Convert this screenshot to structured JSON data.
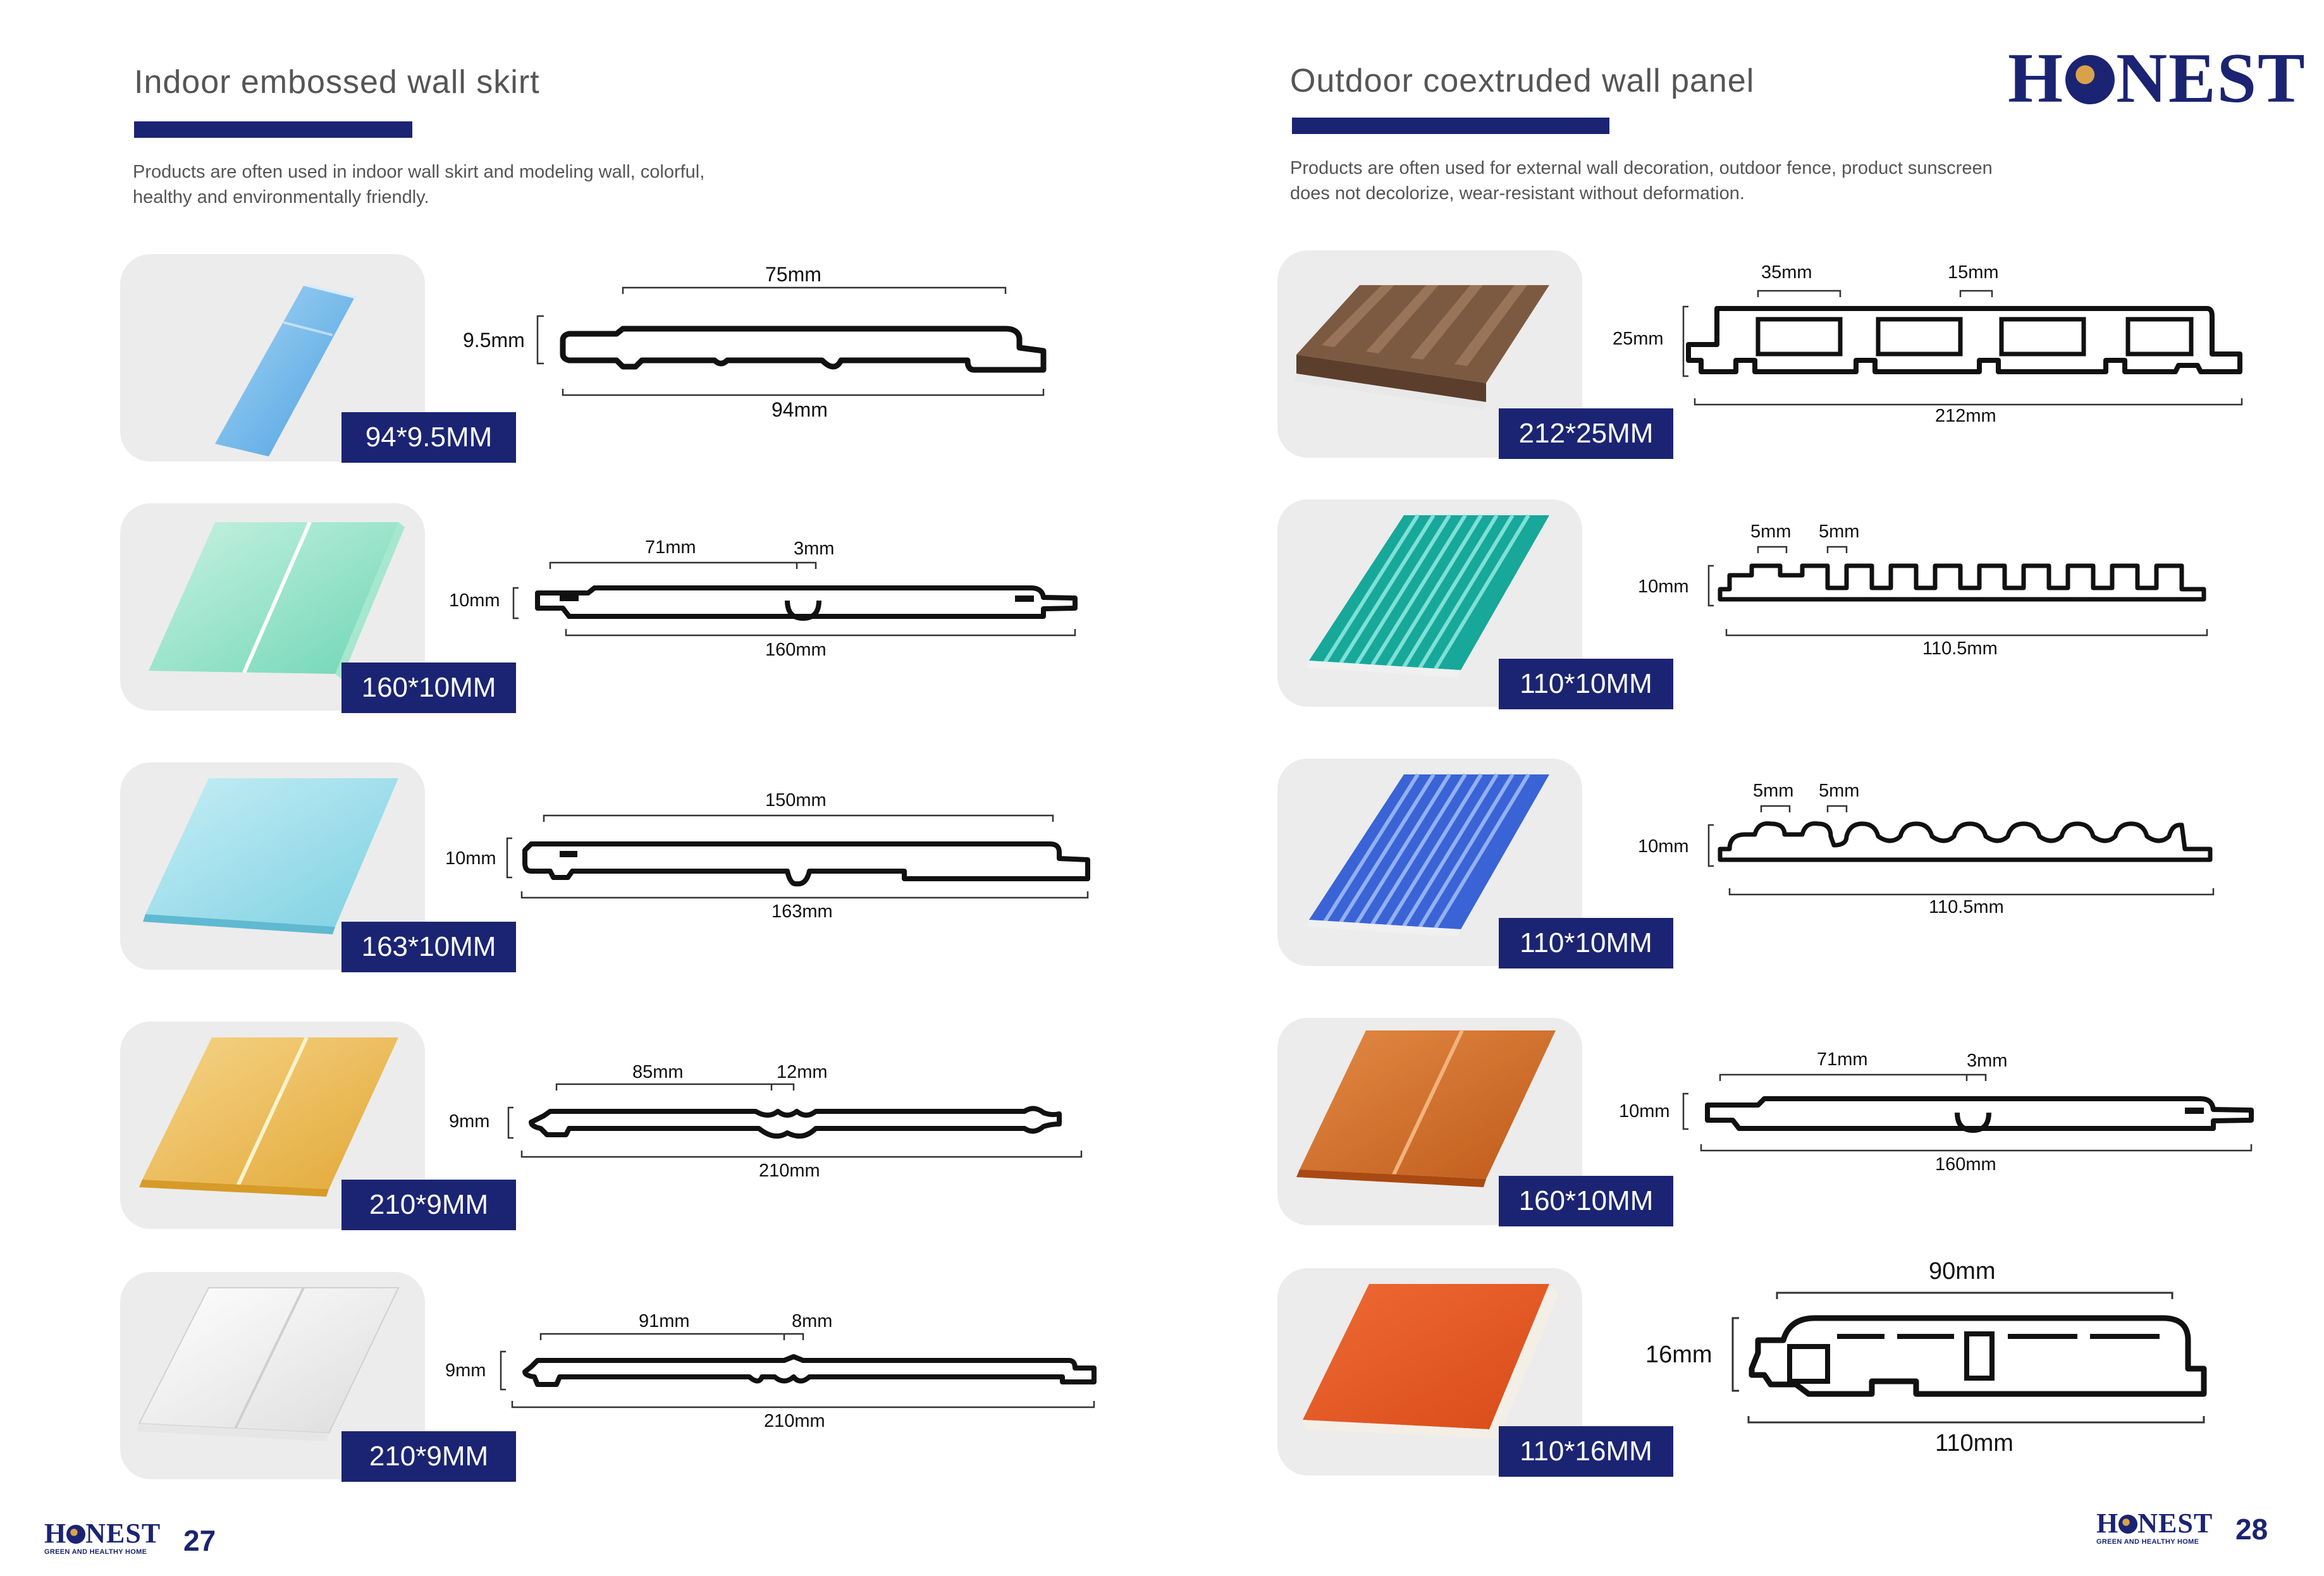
{
  "brand": {
    "logo_text": "HONEST",
    "tagline": "GREEN AND HEALTHY HOME"
  },
  "colors": {
    "brand_navy": "#1b2472",
    "card_bg": "#ececec"
  },
  "left": {
    "title": "Indoor embossed wall skirt",
    "desc_line1": "Products are often used in indoor wall skirt and modeling wall, colorful,",
    "desc_line2": "healthy and environmentally friendly.",
    "page_number": "27",
    "products": [
      {
        "size": "94*9.5MM",
        "dims": {
          "top": "75mm",
          "height": "9.5mm",
          "width": "94mm"
        }
      },
      {
        "size": "160*10MM",
        "dims": {
          "top": "71mm",
          "groove": "3mm",
          "height": "10mm",
          "width": "160mm"
        }
      },
      {
        "size": "163*10MM",
        "dims": {
          "top": "150mm",
          "height": "10mm",
          "width": "163mm"
        }
      },
      {
        "size": "210*9MM",
        "dims": {
          "top": "85mm",
          "groove": "12mm",
          "height": "9mm",
          "width": "210mm"
        }
      },
      {
        "size": "210*9MM",
        "dims": {
          "top": "91mm",
          "groove": "8mm",
          "height": "9mm",
          "width": "210mm"
        }
      }
    ]
  },
  "right": {
    "title": "Outdoor coextruded wall panel",
    "desc_line1": "Products are often used for external wall decoration, outdoor fence, product sunscreen",
    "desc_line2": "does not decolorize, wear-resistant without deformation.",
    "page_number": "28",
    "products": [
      {
        "size": "212*25MM",
        "dims": {
          "a": "35mm",
          "b": "15mm",
          "height": "25mm",
          "width": "212mm"
        }
      },
      {
        "size": "110*10MM",
        "dims": {
          "a": "5mm",
          "b": "5mm",
          "height": "10mm",
          "width": "110.5mm"
        }
      },
      {
        "size": "110*10MM",
        "dims": {
          "a": "5mm",
          "b": "5mm",
          "height": "10mm",
          "width": "110.5mm"
        }
      },
      {
        "size": "160*10MM",
        "dims": {
          "top": "71mm",
          "groove": "3mm",
          "height": "10mm",
          "width": "160mm"
        }
      },
      {
        "size": "110*16MM",
        "dims": {
          "top": "90mm",
          "height": "16mm",
          "width": "110mm"
        }
      }
    ]
  }
}
